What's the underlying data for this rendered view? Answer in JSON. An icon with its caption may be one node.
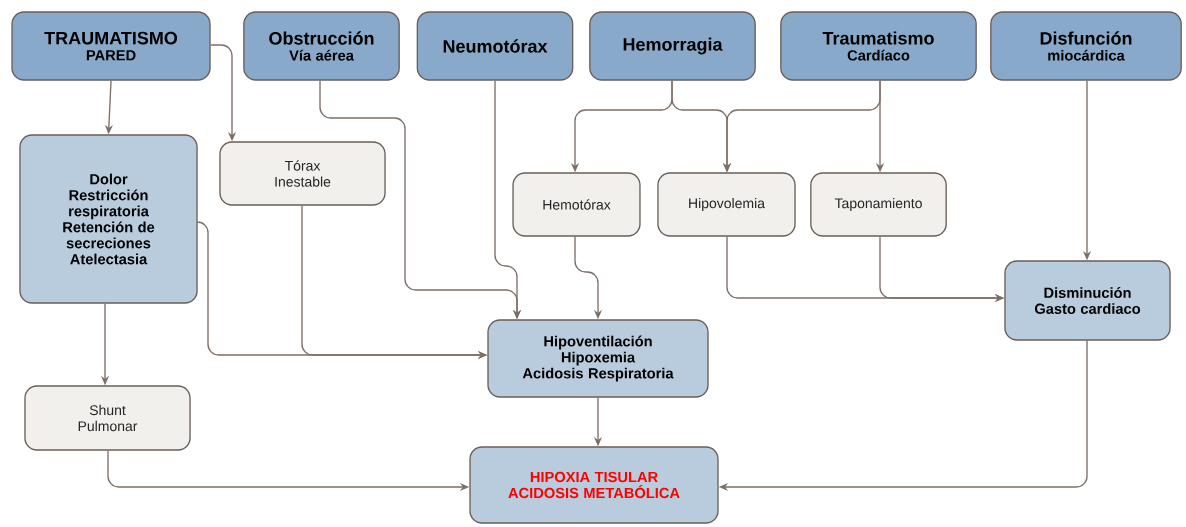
{
  "diagram": {
    "nodes": [
      {
        "text": [
          "TRAUMATISMO",
          "PARED"
        ]
      },
      {
        "text": [
          "Obstrucción",
          "Vía aérea"
        ]
      },
      {
        "text": [
          "Neumotórax"
        ]
      },
      {
        "text": [
          "Hemorragia"
        ]
      },
      {
        "text": [
          "Traumatismo",
          "Cardíaco"
        ]
      },
      {
        "text": [
          "Disfunción",
          "miocárdica"
        ]
      },
      {
        "text": [
          "Dolor",
          "Restricción respiratoria",
          "Retención de secreciones",
          "Atelectasia"
        ]
      },
      {
        "text": [
          "Tórax Inestable"
        ]
      },
      {
        "text": [
          "Hemotórax"
        ]
      },
      {
        "text": [
          "Hipovolemia"
        ]
      },
      {
        "text": [
          "Taponamiento"
        ]
      },
      {
        "text": [
          "Hipoventilación",
          "Hipoxemia",
          "Acidosis Respiratoria"
        ]
      },
      {
        "text": [
          "Disminución Gasto cardiaco"
        ]
      },
      {
        "text": [
          "Shunt Pulmonar"
        ]
      },
      {
        "text": [
          "HIPOXIA TISULAR",
          "ACIDOSIS METABÓLICA"
        ]
      }
    ],
    "edges": [
      {
        "from": 0,
        "to": 6,
        "arrow": "to"
      },
      {
        "from": 0,
        "to": 7,
        "arrow": "to"
      },
      {
        "from": 1,
        "to": 11,
        "arrow": "to"
      },
      {
        "from": 2,
        "to": 11,
        "arrow": "to"
      },
      {
        "from": 3,
        "to": 8,
        "arrow": "to"
      },
      {
        "from": 3,
        "to": 9,
        "arrow": "to"
      },
      {
        "from": 4,
        "to": 9,
        "arrow": "to"
      },
      {
        "from": 4,
        "to": 10,
        "arrow": "to"
      },
      {
        "from": 5,
        "to": 12,
        "arrow": "to"
      },
      {
        "from": 8,
        "to": 11,
        "arrow": "to"
      },
      {
        "from": 9,
        "to": 12,
        "arrow": "to"
      },
      {
        "from": 10,
        "to": 12,
        "arrow": "to"
      },
      {
        "from": 6,
        "to": 11,
        "arrow": "to"
      },
      {
        "from": 7,
        "to": 11,
        "arrow": "to"
      },
      {
        "from": 6,
        "to": 13,
        "arrow": "to"
      },
      {
        "from": 11,
        "to": 14,
        "arrow": "to"
      },
      {
        "from": 13,
        "to": 14,
        "arrow": "to"
      },
      {
        "from": 12,
        "to": 14,
        "arrow": "to"
      }
    ]
  }
}
